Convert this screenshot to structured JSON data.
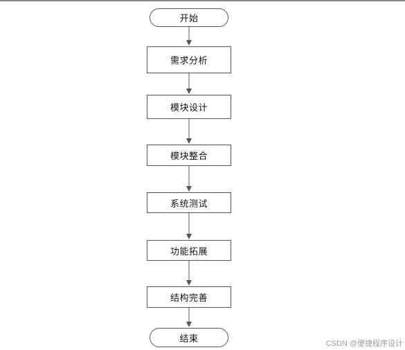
{
  "flowchart": {
    "start": "开始",
    "steps": [
      "需求分析",
      "模块设计",
      "模块整合",
      "系统测试",
      "功能拓展",
      "结构完善"
    ],
    "end": "结束"
  },
  "watermark": "CSDN @便捷程序设计",
  "colors": {
    "border": "#555555",
    "arrow": "#555555",
    "text": "#111111",
    "watermark": "#9a9a9a"
  }
}
